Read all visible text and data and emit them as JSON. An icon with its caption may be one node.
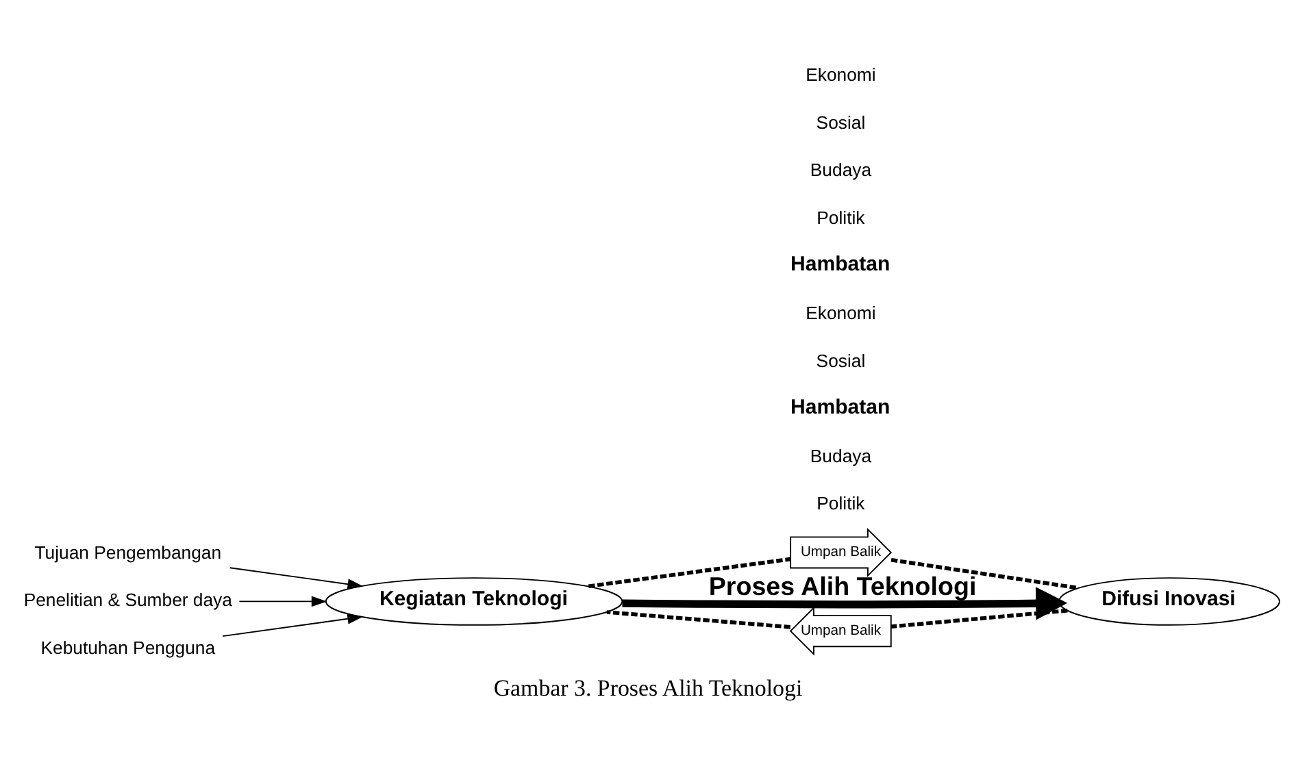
{
  "diagram": {
    "caption": "Gambar 3. Proses Alih Teknologi",
    "nodes": [
      {
        "text": [
          "Umpan Balik"
        ]
      },
      {
        "text": [
          "Tujuan Pengembangan"
        ]
      },
      {
        "text": [
          "Penelitian & Sumber daya"
        ]
      },
      {
        "text": [
          "Kegiatan Teknologi"
        ]
      },
      {
        "text": [
          "Difusi Inovasi"
        ]
      },
      {
        "text": [
          "Kebutuhan Pengguna"
        ]
      },
      {
        "text": [
          "Umpan Balik"
        ]
      }
    ],
    "edges": [
      {
        "from": 1,
        "to": 3,
        "arrow": "to"
      },
      {
        "from": 2,
        "to": 3,
        "arrow": "to"
      },
      {
        "from": 5,
        "to": 3,
        "arrow": "to"
      },
      {
        "from": 3,
        "to": 4,
        "arrow": "to",
        "label": "Proses Alih Teknologi",
        "style": "thick"
      },
      {
        "from": 3,
        "to": 0,
        "arrow": "none",
        "style": "dashed"
      },
      {
        "from": 0,
        "to": 4,
        "arrow": "none",
        "style": "dashed"
      },
      {
        "from": 4,
        "to": 6,
        "arrow": "none",
        "style": "dashed"
      },
      {
        "from": 6,
        "to": 3,
        "arrow": "none",
        "style": "dashed"
      }
    ],
    "labels": [
      "Politik",
      "Budaya",
      "Hambatan",
      "Sosial",
      "Ekonomi",
      "Hambatan",
      "Politik",
      "Budaya",
      "Sosial",
      "Ekonomi"
    ]
  }
}
